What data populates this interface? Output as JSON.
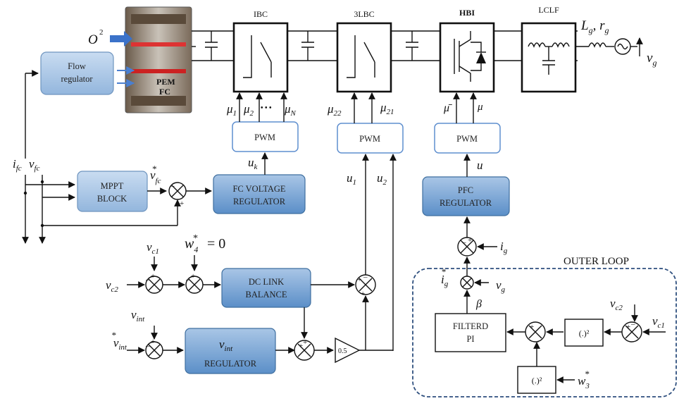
{
  "blocks": {
    "ibc": "IBC",
    "lbc3": "3LBC",
    "hbi": "HBI",
    "lclf": "LCLF",
    "pem_fc": [
      "PEM",
      "FC"
    ],
    "flow_regulator": [
      "Flow",
      "regulator"
    ],
    "pwm": "PWM",
    "mppt": [
      "MPPT",
      "BLOCK"
    ],
    "fc_voltage_regulator": [
      "FC VOLTAGE",
      "REGULATOR"
    ],
    "pfc_regulator": [
      "PFC",
      "REGULATOR"
    ],
    "dc_link_balance": [
      "DC LINK",
      "BALANCE"
    ],
    "vint_regulator": [
      "REGULATOR"
    ],
    "filterd_pi": [
      "FILTERD",
      "PI"
    ],
    "square": "(.)²",
    "gain": "0.5",
    "outer_loop": "OUTER LOOP"
  },
  "signals": {
    "o2": "O",
    "o2_sup": "2",
    "lg_rg": "L",
    "vg": "v",
    "mu1": "μ",
    "mu2": "μ",
    "muN": "μ",
    "dots": "• • •",
    "mu22": "μ",
    "mu21": "μ",
    "mubar": "μ̄",
    "mu": "μ",
    "uk": "u",
    "u1": "u",
    "u2": "u",
    "u": "u",
    "ifc": "i",
    "vfc": "v",
    "vfc_star": "v",
    "vc1": "v",
    "vc2": "v",
    "w4": "w",
    "w4_eq": "= 0",
    "vint": "v",
    "vint_star": "v",
    "ig": "i",
    "ig_star": "i",
    "beta": "β",
    "w3": "w"
  },
  "colors": {
    "blue_top": "#a9c6e6",
    "blue_bottom": "#5b8fc8",
    "light_top": "#c5daf1",
    "light_bottom": "#8fb4dd",
    "outer_loop_border": "#2e4f7e"
  }
}
